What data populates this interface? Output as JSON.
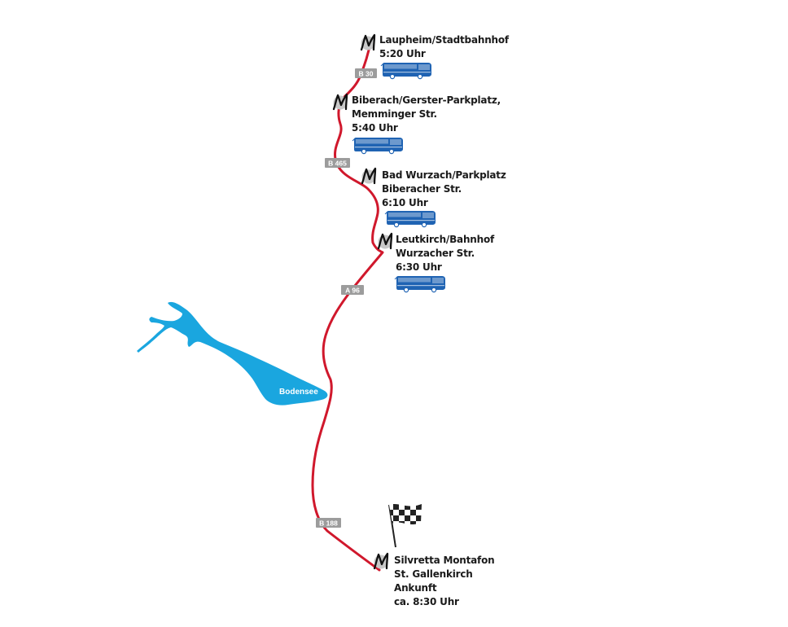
{
  "stops": [
    {
      "lines": [
        "Laupheim/Stadtbahnhof",
        "5:20 Uhr"
      ]
    },
    {
      "lines": [
        "Biberach/Gerster-Parkplatz,",
        "Memminger Str.",
        "5:40 Uhr"
      ]
    },
    {
      "lines": [
        "Bad Wurzach/Parkplatz",
        "Biberacher Str.",
        "6:10 Uhr"
      ]
    },
    {
      "lines": [
        "Leutkirch/Bahnhof",
        "Wurzacher Str.",
        "6:30 Uhr"
      ]
    },
    {
      "lines": [
        "Silvretta Montafon",
        "St. Gallenkirch",
        "Ankunft",
        "ca. 8:30 Uhr"
      ]
    }
  ],
  "roads": [
    {
      "label": "B 30"
    },
    {
      "label": "B 465"
    },
    {
      "label": "A 96"
    },
    {
      "label": "B 188"
    }
  ],
  "lake": {
    "label": "Bodensee"
  },
  "colors": {
    "route": "#d0182c",
    "lake": "#1aa6df",
    "bus": "#1f63b3",
    "road_badge": "#9c9c9c",
    "stop_circle": "#c8c8c8"
  },
  "icons": {
    "stop": "m-logo-icon",
    "bus": "bus-icon",
    "finish": "checkered-flag-icon"
  }
}
